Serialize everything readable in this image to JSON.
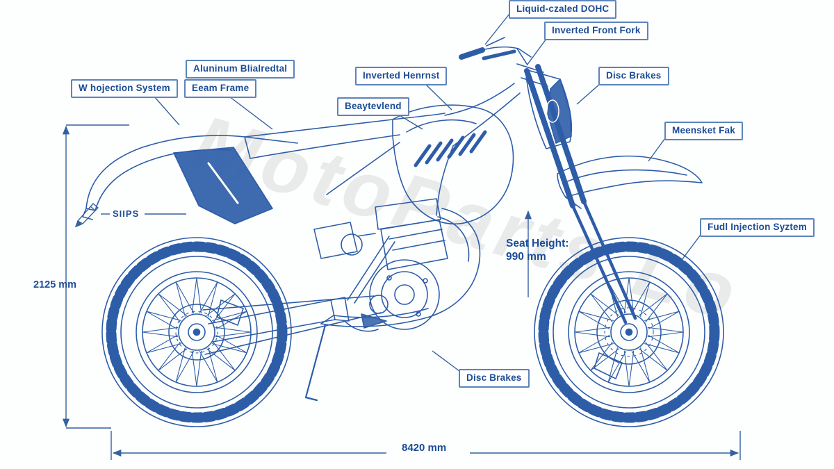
{
  "diagram": {
    "type": "technical blueprint",
    "subject": "dual-sport motorcycle line drawing"
  },
  "callouts": [
    {
      "id": "liquid-cooled-dohc",
      "text": "Liquid-czaled DOHC"
    },
    {
      "id": "inverted-front-fork",
      "text": "Inverted Front Fork"
    },
    {
      "id": "disc-brakes-front",
      "text": "Disc Brakes"
    },
    {
      "id": "aluminum-blialredtal",
      "text": "Aluninum Blialredtal"
    },
    {
      "id": "beam-frame",
      "text": "Eeam Frame"
    },
    {
      "id": "inverted-henrnst",
      "text": "Inverted Henrnst"
    },
    {
      "id": "beaytevlend",
      "text": "Beaytevlend"
    },
    {
      "id": "injection-system-left",
      "text": "W hojection System"
    },
    {
      "id": "meensket-fork",
      "text": "Meensket Fak"
    },
    {
      "id": "fuel-injection-system",
      "text": "Fudl Injection Syztem"
    },
    {
      "id": "disc-brakes-rear",
      "text": "Disc Brakes"
    },
    {
      "id": "slips",
      "text": "SIIPS"
    }
  ],
  "dimensions": {
    "overall_height": "2125 mm",
    "overall_length": "8420 mm",
    "seat_height_label": "Seat Height:",
    "seat_height_value": "990 mm"
  },
  "watermark": "MotoParts Lo",
  "icons": {
    "slips_marker": "pencil-icon"
  },
  "colors": {
    "line": "#2e5da8",
    "label_text": "#1b4c96",
    "label_border": "#5b84bb",
    "dark_fill": "#2e5da8",
    "watermark": "#6e6e6e"
  }
}
